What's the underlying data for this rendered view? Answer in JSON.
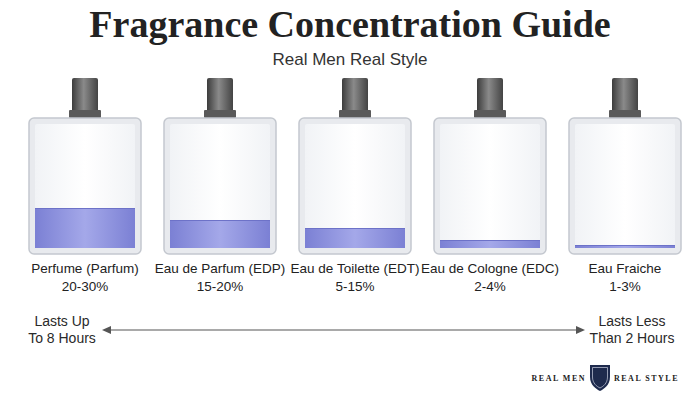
{
  "diagram": {
    "title": "Fragrance Concentration Guide",
    "nodes": [
      {
        "text": [
          "Perfume (Parfum)",
          "20-30%"
        ]
      },
      {
        "text": [
          "Eau de Parfum (EDP)",
          "15-20%"
        ]
      },
      {
        "text": [
          "Eau de Toilette (EDT)",
          "5-15%"
        ]
      },
      {
        "text": [
          "Eau de Cologne (EDC)",
          "2-4%"
        ]
      },
      {
        "text": [
          "Eau Fraiche",
          "1-3%"
        ]
      }
    ],
    "labels": [
      "Real Men Real Style",
      "Lasts Up To 8 Hours",
      "Lasts Less Than 2 Hours",
      "REAL MEN",
      "REAL STYLE"
    ]
  }
}
